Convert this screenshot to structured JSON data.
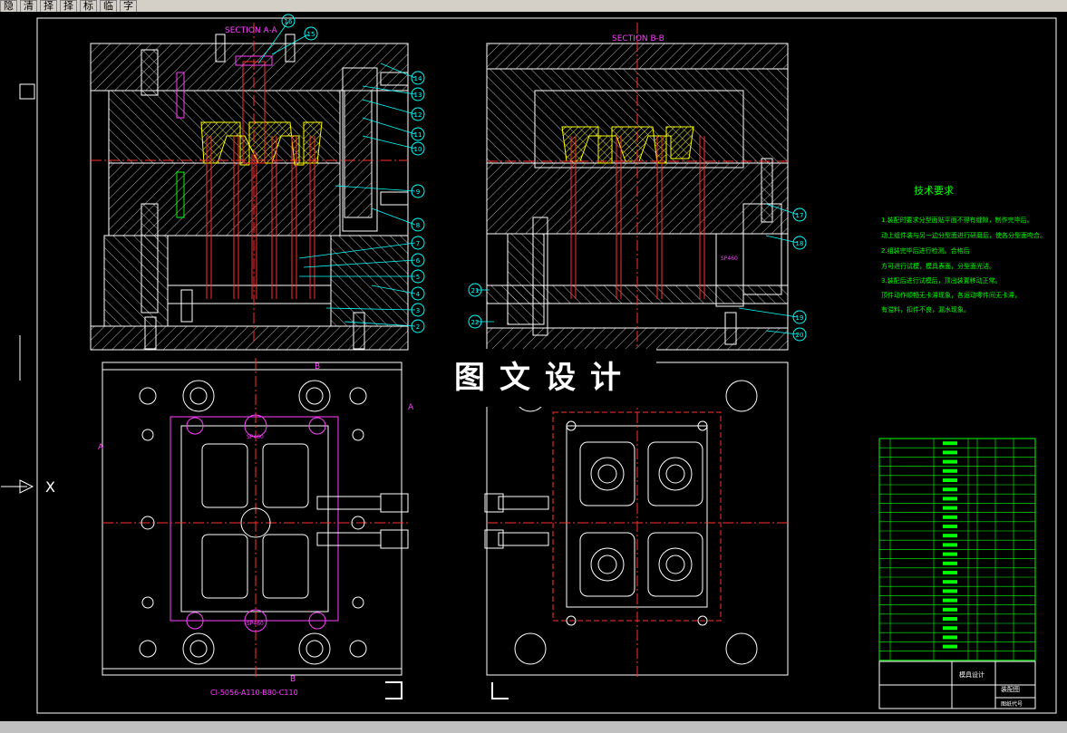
{
  "toolbar": {
    "buttons": [
      "隐",
      "清",
      "择",
      "择",
      "标",
      "临",
      "字"
    ]
  },
  "drawing": {
    "section_aa": "SECTION A-A",
    "section_bb": "SECTION B-B",
    "tech_title": "技术要求",
    "tech_lines": [
      "1.装配时要求分型面贴平面不得有缝隙，制作完毕后。",
      "动上组件装与另一边分型面进行研磨后，使各分型面吻合。",
      "2.组装完毕后进行检测。合格后",
      "方可进行试模，模具表面，分型面光洁。",
      "3.装配后进行试模后，顶出装置移动正常。",
      "顶件动作顺畅无卡滞现象，各运动零件间无卡滞，",
      "有溢料，扣件不良，漏水现象。"
    ],
    "mold_base_code": "CI-5056-A110-B80-C110",
    "watermark": "图文设计",
    "section_mark_a": "A",
    "section_mark_b": "B",
    "section_mark_x": "X",
    "bom_title": "装配图",
    "bom_title2": "模具设计",
    "bom_footer": "图纸代号",
    "callouts_a": [
      "15",
      "16",
      "14",
      "13",
      "12",
      "11",
      "10",
      "9",
      "8",
      "7",
      "6",
      "5",
      "4",
      "3",
      "2"
    ],
    "callouts_b": [
      "17",
      "18",
      "19",
      "20",
      "21",
      "22"
    ],
    "sp_labels": [
      "SP460",
      "SP460",
      "SP460"
    ]
  },
  "colors": {
    "bg": "#000000",
    "white": "#ffffff",
    "red": "#ff3030",
    "green": "#00ff00",
    "magenta": "#ff40ff",
    "cyan": "#00ffff",
    "yellow": "#ffff00",
    "blue": "#4040ff"
  }
}
